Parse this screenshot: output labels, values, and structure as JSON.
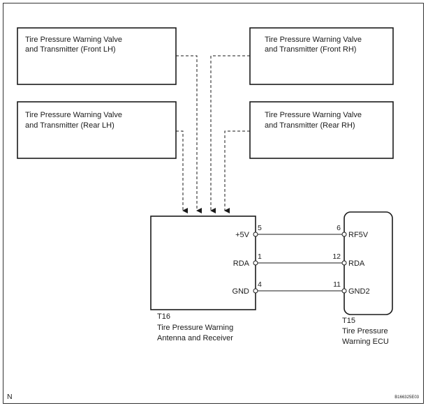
{
  "transmitters": {
    "front_lh": {
      "line1": "Tire Pressure Warning Valve",
      "line2": "and Transmitter (Front LH)"
    },
    "front_rh": {
      "line1": "Tire Pressure Warning Valve",
      "line2": "and Transmitter (Front RH)"
    },
    "rear_lh": {
      "line1": "Tire Pressure Warning Valve",
      "line2": "and Transmitter (Rear LH)"
    },
    "rear_rh": {
      "line1": "Tire Pressure Warning Valve",
      "line2": "and Transmitter (Rear RH)"
    }
  },
  "receiver": {
    "code": "T16",
    "name_line1": "Tire Pressure Warning",
    "name_line2": "Antenna and Receiver",
    "pins": [
      {
        "label": "+5V",
        "number": "5"
      },
      {
        "label": "RDA",
        "number": "1"
      },
      {
        "label": "GND",
        "number": "4"
      }
    ]
  },
  "ecu": {
    "code": "T15",
    "name_line1": "Tire Pressure",
    "name_line2": "Warning ECU",
    "pins": [
      {
        "label": "RF5V",
        "number": "6"
      },
      {
        "label": "RDA",
        "number": "12"
      },
      {
        "label": "GND2",
        "number": "11"
      }
    ]
  },
  "footer": {
    "corner_mark": "N",
    "figure_id": "B166325E03"
  }
}
